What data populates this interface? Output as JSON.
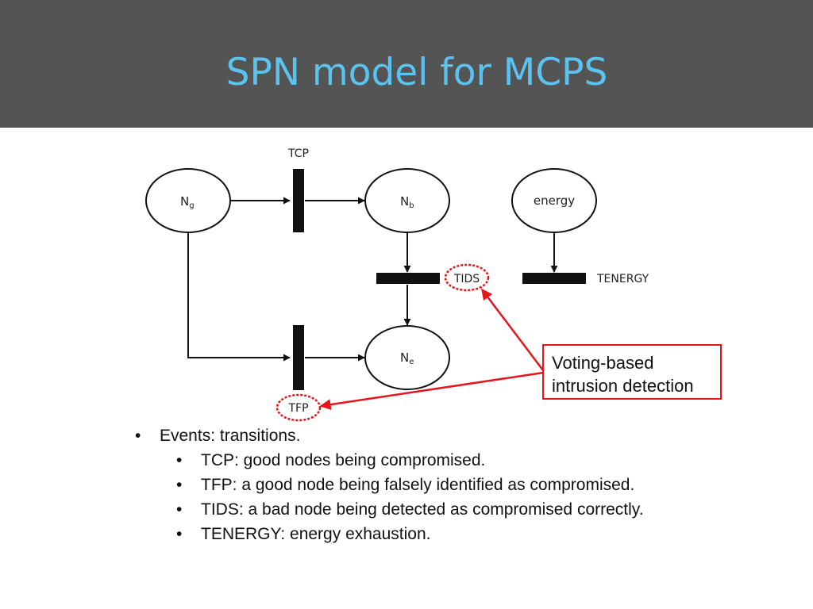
{
  "slide": {
    "title": "SPN model for MCPS"
  },
  "diagram": {
    "places": [
      {
        "id": "ng",
        "label": "N",
        "subscript": "g"
      },
      {
        "id": "nb",
        "label": "N",
        "subscript": "b"
      },
      {
        "id": "ne",
        "label": "N",
        "subscript": "e"
      },
      {
        "id": "energy",
        "label": "energy",
        "subscript": ""
      }
    ],
    "transitions": {
      "tcp": "TCP",
      "tids": "TIDS",
      "tfp": "TFP",
      "tenergy": "TENERGY"
    },
    "highlight_color": "#e8141b"
  },
  "callout": {
    "line1": "Voting-based",
    "line2": "intrusion detection"
  },
  "bullets": {
    "bullet_glyph": "•",
    "main": "Events: transitions.",
    "sub": [
      "TCP:  good nodes being compromised.",
      "TFP:  a good node being falsely identified as compromised.",
      "TIDS: a bad node being detected as compromised correctly.",
      "TENERGY: energy exhaustion."
    ]
  }
}
